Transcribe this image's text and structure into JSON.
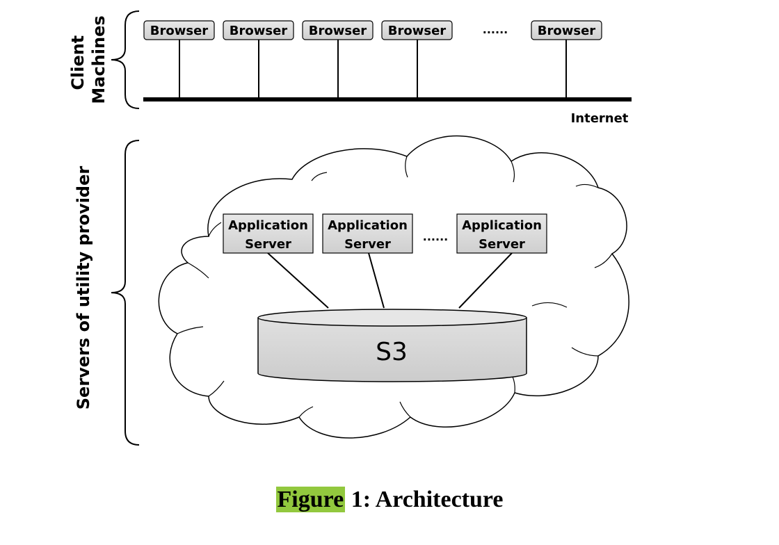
{
  "client_group_label_line1": "Client",
  "client_group_label_line2": "Machines",
  "servers_group_label": "Servers of utility provider",
  "browsers": [
    "Browser",
    "Browser",
    "Browser",
    "Browser",
    "Browser"
  ],
  "browser_ellipsis": "......",
  "internet_label": "Internet",
  "app_servers": [
    {
      "line1": "Application",
      "line2": "Server"
    },
    {
      "line1": "Application",
      "line2": "Server"
    },
    {
      "line1": "Application",
      "line2": "Server"
    }
  ],
  "app_ellipsis": "......",
  "storage_label": "S3",
  "caption": {
    "highlight": "Figure",
    "rest": " 1: Architecture"
  },
  "colors": {
    "box_fill": "#d9d9d9",
    "cylinder_fill": "#d9d9d9",
    "highlight": "#92c83e"
  }
}
